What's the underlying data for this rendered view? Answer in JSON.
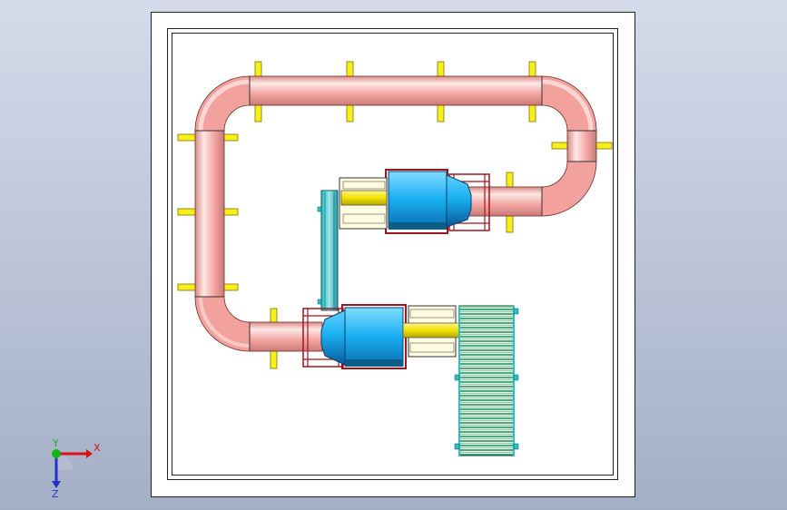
{
  "viewport": {
    "background_top": "#cfd6e6",
    "background_bottom": "#9aa6bf"
  },
  "colors": {
    "duct_fill": "#f4a7a4",
    "duct_highlight": "#fde6e4",
    "duct_shade": "#c97a76",
    "support": "#f7ee1a",
    "frame": "#a0151f",
    "motor_blue": "#1ab0f0",
    "motor_dark": "#0b5d8c",
    "conveyor_green": "#20a47a",
    "conveyor_rail": "#2ac0c8",
    "shaft_yellow": "#f2e200"
  },
  "triad": {
    "x_label": "X",
    "y_label": "Y",
    "z_label": "Z"
  }
}
